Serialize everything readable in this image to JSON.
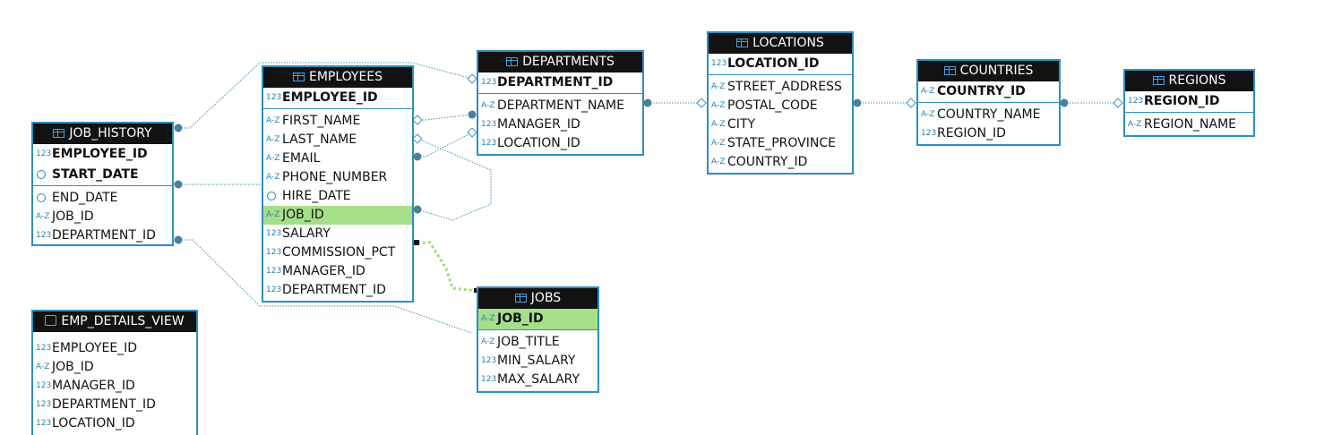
{
  "tables": {
    "job_history": {
      "title": "JOB_HISTORY",
      "pk": [
        {
          "name": "EMPLOYEE_ID",
          "type": "123"
        },
        {
          "name": "START_DATE",
          "type": "date"
        }
      ],
      "cols": [
        {
          "name": "END_DATE",
          "type": "date"
        },
        {
          "name": "JOB_ID",
          "type": "A-Z"
        },
        {
          "name": "DEPARTMENT_ID",
          "type": "123"
        }
      ]
    },
    "employees": {
      "title": "EMPLOYEES",
      "pk": [
        {
          "name": "EMPLOYEE_ID",
          "type": "123"
        }
      ],
      "cols": [
        {
          "name": "FIRST_NAME",
          "type": "A-Z"
        },
        {
          "name": "LAST_NAME",
          "type": "A-Z"
        },
        {
          "name": "EMAIL",
          "type": "A-Z"
        },
        {
          "name": "PHONE_NUMBER",
          "type": "A-Z"
        },
        {
          "name": "HIRE_DATE",
          "type": "date"
        },
        {
          "name": "JOB_ID",
          "type": "A-Z",
          "highlighted": true
        },
        {
          "name": "SALARY",
          "type": "123"
        },
        {
          "name": "COMMISSION_PCT",
          "type": "123"
        },
        {
          "name": "MANAGER_ID",
          "type": "123"
        },
        {
          "name": "DEPARTMENT_ID",
          "type": "123"
        }
      ]
    },
    "departments": {
      "title": "DEPARTMENTS",
      "pk": [
        {
          "name": "DEPARTMENT_ID",
          "type": "123"
        }
      ],
      "cols": [
        {
          "name": "DEPARTMENT_NAME",
          "type": "A-Z"
        },
        {
          "name": "MANAGER_ID",
          "type": "123"
        },
        {
          "name": "LOCATION_ID",
          "type": "123"
        }
      ]
    },
    "locations": {
      "title": "LOCATIONS",
      "pk": [
        {
          "name": "LOCATION_ID",
          "type": "123"
        }
      ],
      "cols": [
        {
          "name": "STREET_ADDRESS",
          "type": "A-Z"
        },
        {
          "name": "POSTAL_CODE",
          "type": "A-Z"
        },
        {
          "name": "CITY",
          "type": "A-Z"
        },
        {
          "name": "STATE_PROVINCE",
          "type": "A-Z"
        },
        {
          "name": "COUNTRY_ID",
          "type": "A-Z"
        }
      ]
    },
    "countries": {
      "title": "COUNTRIES",
      "pk": [
        {
          "name": "COUNTRY_ID",
          "type": "A-Z"
        }
      ],
      "cols": [
        {
          "name": "COUNTRY_NAME",
          "type": "A-Z"
        },
        {
          "name": "REGION_ID",
          "type": "123"
        }
      ]
    },
    "regions": {
      "title": "REGIONS",
      "pk": [
        {
          "name": "REGION_ID",
          "type": "123"
        }
      ],
      "cols": [
        {
          "name": "REGION_NAME",
          "type": "A-Z"
        }
      ]
    },
    "jobs": {
      "title": "JOBS",
      "pk": [
        {
          "name": "JOB_ID",
          "type": "A-Z",
          "highlighted": true
        }
      ],
      "cols": [
        {
          "name": "JOB_TITLE",
          "type": "A-Z"
        },
        {
          "name": "MIN_SALARY",
          "type": "123"
        },
        {
          "name": "MAX_SALARY",
          "type": "123"
        }
      ]
    },
    "emp_details_view": {
      "title": "EMP_DETAILS_VIEW",
      "is_view": true,
      "cols": [
        {
          "name": "EMPLOYEE_ID",
          "type": "123"
        },
        {
          "name": "JOB_ID",
          "type": "A-Z"
        },
        {
          "name": "MANAGER_ID",
          "type": "123"
        },
        {
          "name": "DEPARTMENT_ID",
          "type": "123"
        },
        {
          "name": "LOCATION_ID",
          "type": "123"
        }
      ]
    }
  },
  "colors": {
    "border": "#2d8fc0",
    "header_bg": "#121212",
    "highlight": "#a6df8a",
    "connector": "#4a7f9a",
    "selected_link": "#9fdc7a"
  }
}
